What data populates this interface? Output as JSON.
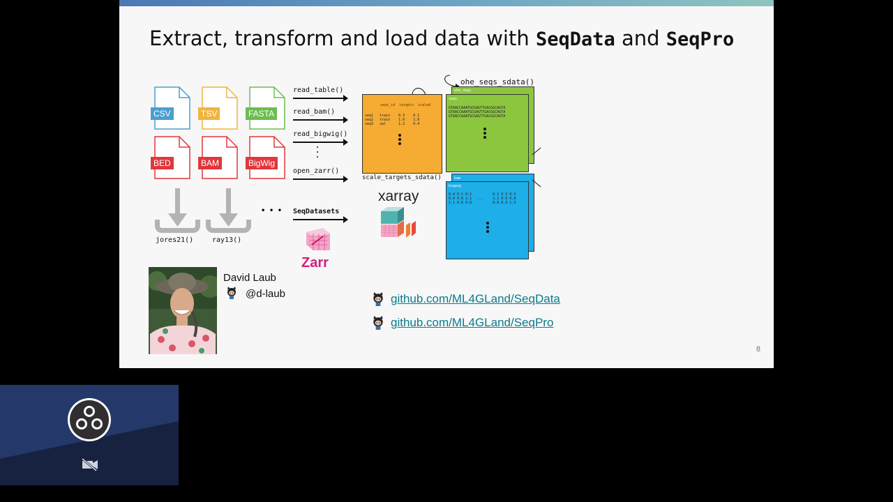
{
  "slide": {
    "title_prefix": "Extract, transform and load data with ",
    "title_seqdata": "SeqData",
    "title_and": " and ",
    "title_seqpro": "SeqPro",
    "page_number": "8"
  },
  "files": [
    {
      "label": "CSV",
      "color": "#4a9ed0"
    },
    {
      "label": "TSV",
      "color": "#f2b33d"
    },
    {
      "label": "FASTA",
      "color": "#6cbd4f"
    },
    {
      "label": "BED",
      "color": "#e0373c"
    },
    {
      "label": "BAM",
      "color": "#e0373c"
    },
    {
      "label": "BigWig",
      "color": "#e0373c"
    }
  ],
  "readers": [
    "read_table()",
    "read_bam()",
    "read_bigwig()",
    "open_zarr()"
  ],
  "datasets": {
    "label": "SeqDatasets",
    "items": [
      "jores21()",
      "ray13()"
    ],
    "ellipsis": "• • •"
  },
  "functions": {
    "scale": "scale_targets_sdata()",
    "ohe": "ohe_seqs_sdata()"
  },
  "logos": {
    "xarray": "xarray",
    "zarr": "Zarr"
  },
  "panels": {
    "targets": {
      "header": "seqs_id  targets  scaled",
      "rows": "seq1   train    0.3    0.1\nseq2   train    1.0    1.0\nseq3   val      1.2    0.4"
    },
    "seqs": {
      "tab": "ohe_seqs",
      "header": "seqs",
      "rows": "GTAACCAAATGCGAGTTGACGGCAGTA\nGTAACCAAATGCGAGTTGACGGCAGTA\nGTAACCAAATGCGAGTTGACGGCAGTA"
    },
    "bigwig": {
      "tab": "bam",
      "header": "bigwig",
      "rows": "0.4 0.1 0.1          0.2 0.3 0.3\n0.8 0.8 1.1   ...    1.1 0.9 0.8\n1.1 0.8 0.8          0.8 0.3 1.3"
    }
  },
  "author": {
    "name": "David Laub",
    "handle": "@d-laub"
  },
  "links": [
    "github.com/ML4GLand/SeqData",
    "github.com/ML4GLand/SeqPro"
  ],
  "colors": {
    "orange": "#f6ab32",
    "green": "#8cc63f",
    "blue": "#1eaee8",
    "link": "#0a7b8c"
  }
}
